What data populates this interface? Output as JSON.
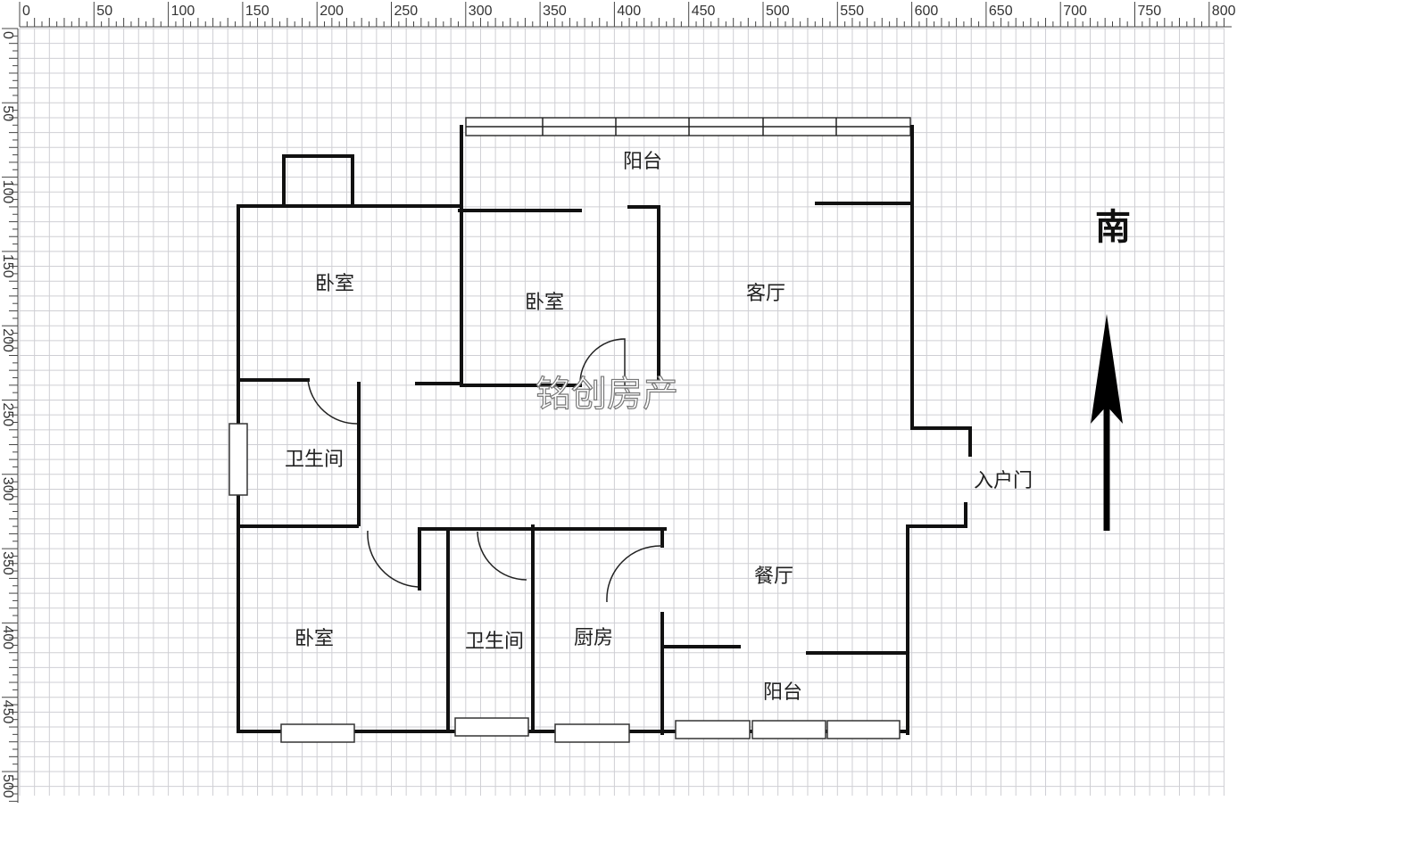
{
  "ruler": {
    "top_labels": [
      "0",
      "50",
      "100",
      "150",
      "200",
      "250",
      "300",
      "350",
      "400",
      "450",
      "500",
      "550",
      "600",
      "650",
      "700",
      "750",
      "800"
    ],
    "left_labels": [
      "0",
      "50",
      "100",
      "150",
      "200",
      "250",
      "300",
      "350",
      "400",
      "450",
      "500"
    ]
  },
  "rooms": {
    "balcony_top": "阳台",
    "bedroom_1": "卧室",
    "bedroom_2": "卧室",
    "living_room": "客厅",
    "bathroom_1": "卫生间",
    "entrance_door": "入户门",
    "bedroom_3": "卧室",
    "bathroom_2": "卫生间",
    "kitchen": "厨房",
    "dining_room": "餐厅",
    "balcony_bottom": "阳台"
  },
  "compass": {
    "label": "南"
  },
  "watermark": "铭创房产"
}
